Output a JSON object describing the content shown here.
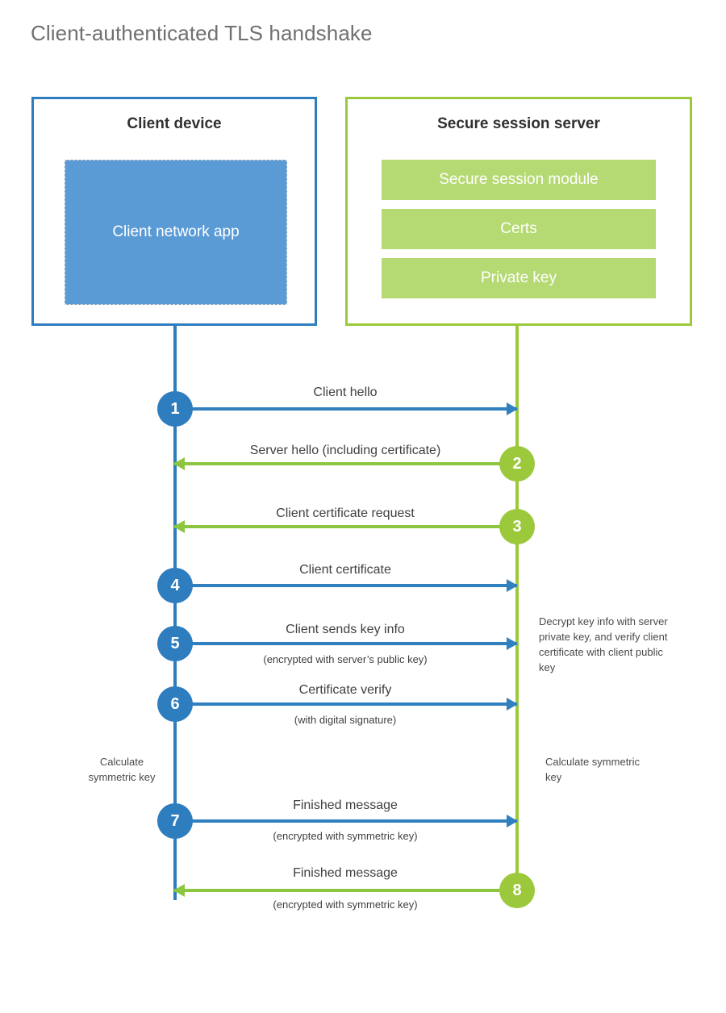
{
  "page": {
    "title": "Client-authenticated TLS handshake"
  },
  "colors": {
    "client_blue": "#2e7dbe",
    "client_app_blue": "#5b9bd5",
    "server_green": "#9cc83c",
    "server_bar_green": "#b5d973",
    "arrow_blue": "#3080bf",
    "arrow_green": "#8cc63f",
    "title_gray": "#6f7072",
    "text_dark": "#303030"
  },
  "entities": {
    "client": {
      "title": "Client device",
      "app_label": "Client network app"
    },
    "server": {
      "title": "Secure session server",
      "components": [
        {
          "label": "Secure session module"
        },
        {
          "label": "Certs"
        },
        {
          "label": "Private key"
        }
      ]
    }
  },
  "steps": [
    {
      "number": "1",
      "label": "Client hello",
      "sub": "",
      "direction": "client-to-server",
      "color": "blue"
    },
    {
      "number": "2",
      "label": "Server hello (including certificate)",
      "sub": "",
      "direction": "server-to-client",
      "color": "green"
    },
    {
      "number": "3",
      "label": "Client certificate request",
      "sub": "",
      "direction": "server-to-client",
      "color": "green"
    },
    {
      "number": "4",
      "label": "Client certificate",
      "sub": "",
      "direction": "client-to-server",
      "color": "blue"
    },
    {
      "number": "5",
      "label": "Client sends key info",
      "sub": "(encrypted with server’s public key)",
      "direction": "client-to-server",
      "color": "blue"
    },
    {
      "number": "6",
      "label": "Certificate verify",
      "sub": "(with digital signature)",
      "direction": "client-to-server",
      "color": "blue"
    },
    {
      "number": "7",
      "label": "Finished message",
      "sub": "(encrypted with symmetric key)",
      "direction": "client-to-server",
      "color": "blue"
    },
    {
      "number": "8",
      "label": "Finished message",
      "sub": "(encrypted with symmetric key)",
      "direction": "server-to-client",
      "color": "green"
    }
  ],
  "notes": {
    "server_decrypt": "Decrypt key info with server private key, and verify client certificate with client public key",
    "client_calculate": "Calculate symmetric key",
    "server_calculate": "Calculate symmetric key"
  }
}
